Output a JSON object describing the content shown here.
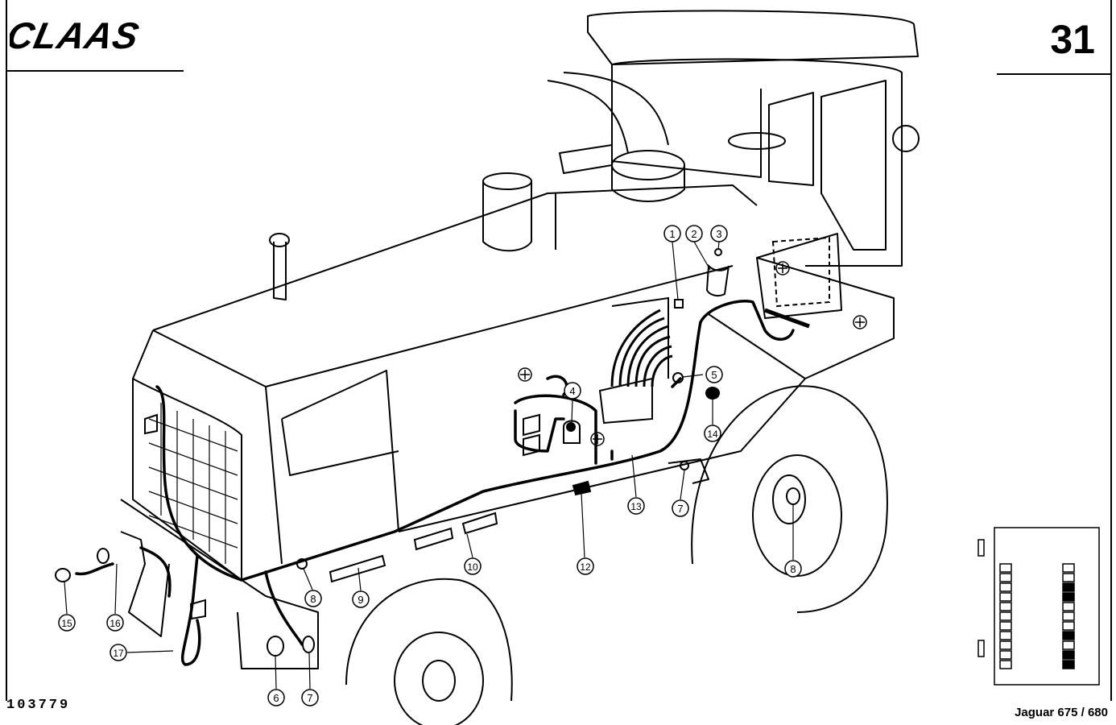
{
  "header": {
    "brand": "CLAAS",
    "page_number": "31"
  },
  "footer": {
    "document_number": "103779",
    "model": "Jaguar 675 / 680"
  },
  "callouts": [
    {
      "id": "c1",
      "label": "1"
    },
    {
      "id": "c2",
      "label": "2"
    },
    {
      "id": "c3",
      "label": "3"
    },
    {
      "id": "c4",
      "label": "4"
    },
    {
      "id": "c5",
      "label": "5"
    },
    {
      "id": "c6",
      "label": "6"
    },
    {
      "id": "c7a",
      "label": "7"
    },
    {
      "id": "c7b",
      "label": "7"
    },
    {
      "id": "c8a",
      "label": "8"
    },
    {
      "id": "c8b",
      "label": "8"
    },
    {
      "id": "c9",
      "label": "9"
    },
    {
      "id": "c10",
      "label": "10"
    },
    {
      "id": "c12",
      "label": "12"
    },
    {
      "id": "c13",
      "label": "13"
    },
    {
      "id": "c14",
      "label": "14"
    },
    {
      "id": "c15",
      "label": "15"
    },
    {
      "id": "c16",
      "label": "16"
    },
    {
      "id": "c17",
      "label": "17"
    }
  ]
}
